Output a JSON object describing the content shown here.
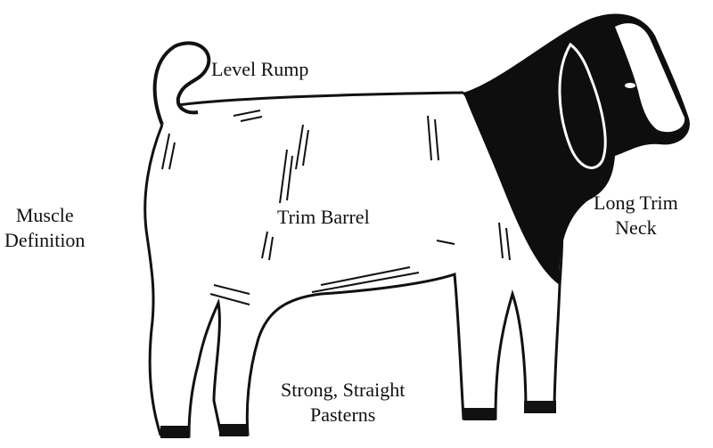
{
  "labels": {
    "level_rump": "Level Rump",
    "muscle_definition": [
      "Muscle",
      "Definition"
    ],
    "trim_barrel": "Trim Barrel",
    "long_trim_neck": [
      "Long Trim",
      "Neck"
    ],
    "strong_straight_pasterns": [
      "Strong, Straight",
      "Pasterns"
    ]
  },
  "colors": {
    "ink": "#111111",
    "background": "#ffffff"
  }
}
